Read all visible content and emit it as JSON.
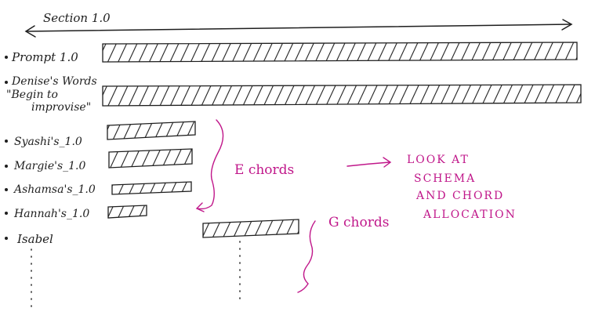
{
  "section_title": "Section 1.0",
  "rows": [
    {
      "label": "Prompt 1.0",
      "label_lines": [
        "Prompt 1.0"
      ]
    },
    {
      "label": "Denise's Words \"Begin to improvise\"",
      "label_lines": [
        "Denise's Words",
        "\"Begin to",
        "improvise\""
      ]
    },
    {
      "label": "Syashi's_1.0",
      "label_lines": [
        "Syashi's_1.0"
      ]
    },
    {
      "label": "Margie's_1.0",
      "label_lines": [
        "Margie's_1.0"
      ]
    },
    {
      "label": "Ashamsa's_1.0",
      "label_lines": [
        "Ashamsa's_1.0"
      ]
    },
    {
      "label": "Hannah's_1.0",
      "label_lines": [
        "Hannah's_1.0"
      ]
    },
    {
      "label": "Isabel",
      "label_lines": [
        "Isabel"
      ]
    }
  ],
  "annotations": {
    "e_chords": "E chords",
    "g_chords": "G chords",
    "note_lines": [
      "LOOK AT",
      "SCHEMA",
      "AND CHORD",
      "ALLOCATION"
    ]
  },
  "colors": {
    "ink": "#1e1e1e",
    "accent": "#c0178a"
  }
}
